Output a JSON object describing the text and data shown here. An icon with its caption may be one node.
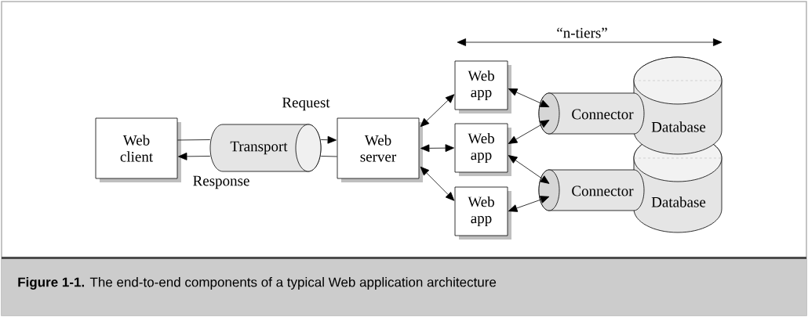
{
  "diagram": {
    "caption": "**Figure 1-1.** The end-to-end components of a typical Web application architecture",
    "nodes": [
      {
        "text": [
          "Web client"
        ]
      },
      {
        "text": [
          "Transport"
        ]
      },
      {
        "text": [
          "Web server"
        ]
      },
      {
        "text": [
          "Web app"
        ]
      },
      {
        "text": [
          "Web app"
        ]
      },
      {
        "text": [
          "Web app"
        ]
      },
      {
        "text": [
          "Connector"
        ]
      },
      {
        "text": [
          "Database"
        ]
      },
      {
        "text": [
          "Connector"
        ]
      },
      {
        "text": [
          "Database"
        ]
      }
    ],
    "edges": [
      {
        "from": 0,
        "to": 1,
        "arrow": "none"
      },
      {
        "from": 1,
        "to": 2,
        "arrow": "to",
        "label": "Request"
      },
      {
        "from": 2,
        "to": 1,
        "arrow": "none"
      },
      {
        "from": 1,
        "to": 0,
        "arrow": "to",
        "label": "Response"
      },
      {
        "from": 2,
        "to": 3,
        "arrow": "both"
      },
      {
        "from": 2,
        "to": 4,
        "arrow": "both"
      },
      {
        "from": 2,
        "to": 5,
        "arrow": "both"
      },
      {
        "from": 3,
        "to": 6,
        "arrow": "both"
      },
      {
        "from": 4,
        "to": 6,
        "arrow": "both"
      },
      {
        "from": 4,
        "to": 8,
        "arrow": "both"
      },
      {
        "from": 5,
        "to": 8,
        "arrow": "both"
      }
    ],
    "labels": [
      "“n-tiers”"
    ]
  }
}
